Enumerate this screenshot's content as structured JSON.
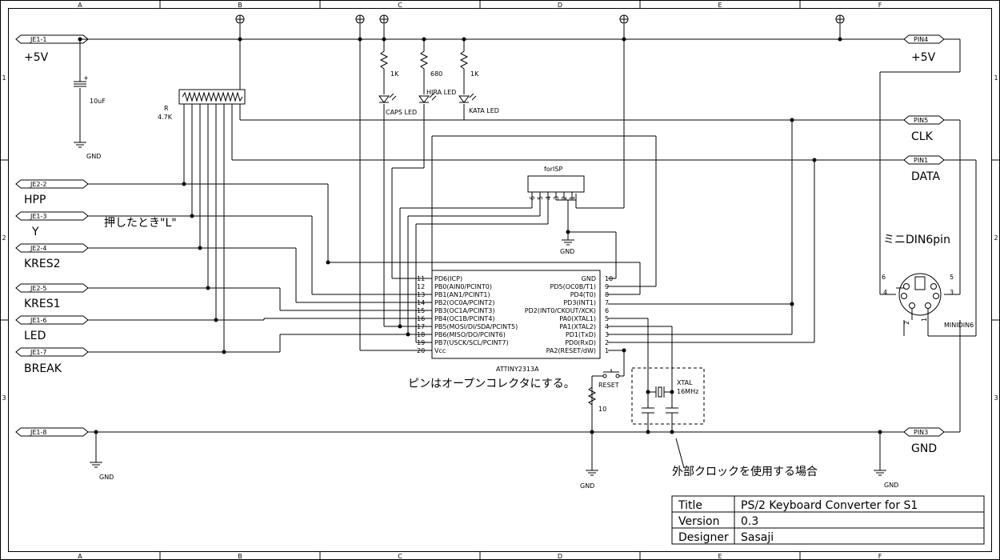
{
  "grid": {
    "columns": [
      "A",
      "B",
      "C",
      "D",
      "E",
      "F"
    ],
    "rows": [
      "1",
      "2",
      "3"
    ]
  },
  "connectors": {
    "je1_1": {
      "tag": "JE1-1",
      "label": "+5V"
    },
    "je2_2": {
      "tag": "JE2-2",
      "label": "HPP"
    },
    "je1_3": {
      "tag": "JE1-3",
      "label": "Y"
    },
    "je2_4": {
      "tag": "JE2-4",
      "label": "KRES2"
    },
    "je2_5": {
      "tag": "JE2-5",
      "label": "KRES1"
    },
    "je1_6": {
      "tag": "JE1-6",
      "label": "LED"
    },
    "je1_7": {
      "tag": "JE1-7",
      "label": "BREAK"
    },
    "je1_8": {
      "tag": "JE1-8"
    },
    "pin4": {
      "tag": "PIN4",
      "label": "+5V"
    },
    "pin5": {
      "tag": "PIN5",
      "label": "CLK"
    },
    "pin1": {
      "tag": "PIN1",
      "label": "DATA"
    },
    "pin3": {
      "tag": "PIN3",
      "label": "GND"
    }
  },
  "notes": {
    "press_low": "押したとき\"L\"",
    "open_collector": "ピンはオープンコレクタにする。",
    "external_clock": "外部クロックを使用する場合"
  },
  "components": {
    "cap_value": "10uF",
    "rarray_ref": "R",
    "rarray_value": "4.7K",
    "r1_value": "1K",
    "r2_value": "680",
    "r3_value": "1K",
    "led1": "CAPS LED",
    "led2": "HIRA LED",
    "led3": "KATA LED",
    "isp_label": "forISP",
    "isp_pins": [
      "6",
      "5",
      "4",
      "3",
      "2",
      "1"
    ],
    "reset_label": "RESET",
    "reset_res": "10",
    "xtal_label": "XTAL",
    "xtal_freq": "16MHz",
    "minidin_title": "ミニDIN6pin",
    "minidin_ref": "MINIDIN6",
    "minidin_pins": [
      "6",
      "5",
      "4",
      "3",
      "2",
      "1"
    ],
    "gnd": "GND"
  },
  "chip": {
    "name": "ATTINY2313A",
    "left_pins": [
      {
        "num": "11",
        "name": "PD6(ICP)"
      },
      {
        "num": "12",
        "name": "PB0(AIN0/PCINT0)"
      },
      {
        "num": "13",
        "name": "PB1(AN1/PCINT1)"
      },
      {
        "num": "14",
        "name": "PB2(OC0A/PCINT2)"
      },
      {
        "num": "15",
        "name": "PB3(OC1A/PCINT3)"
      },
      {
        "num": "16",
        "name": "PB4(OC1B/PCINT4)"
      },
      {
        "num": "17",
        "name": "PB5(MOSI/DI/SDA/PCINT5)"
      },
      {
        "num": "18",
        "name": "PB6(MISO/DO/PCINT6)"
      },
      {
        "num": "19",
        "name": "PB7(USCK/SCL/PCINT7)"
      },
      {
        "num": "20",
        "name": "Vcc"
      }
    ],
    "right_pins": [
      {
        "num": "10",
        "name": "GND"
      },
      {
        "num": "9",
        "name": "PD5(OC0B/T1)"
      },
      {
        "num": "8",
        "name": "PD4(T0)"
      },
      {
        "num": "7",
        "name": "PD3(INT1)"
      },
      {
        "num": "6",
        "name": "PD2(INT0/CKOUT/XCK)"
      },
      {
        "num": "5",
        "name": "PA0(XTAL1)"
      },
      {
        "num": "4",
        "name": "PA1(XTAL2)"
      },
      {
        "num": "3",
        "name": "PD1(TxD)"
      },
      {
        "num": "2",
        "name": "PD0(RxD)"
      },
      {
        "num": "1",
        "name": "PA2(RESET/dW)"
      }
    ]
  },
  "title_block": {
    "rows": [
      {
        "key": "Title",
        "value": "PS/2 Keyboard Converter for S1"
      },
      {
        "key": "Version",
        "value": "0.3"
      },
      {
        "key": "Designer",
        "value": "Sasaji"
      }
    ]
  }
}
